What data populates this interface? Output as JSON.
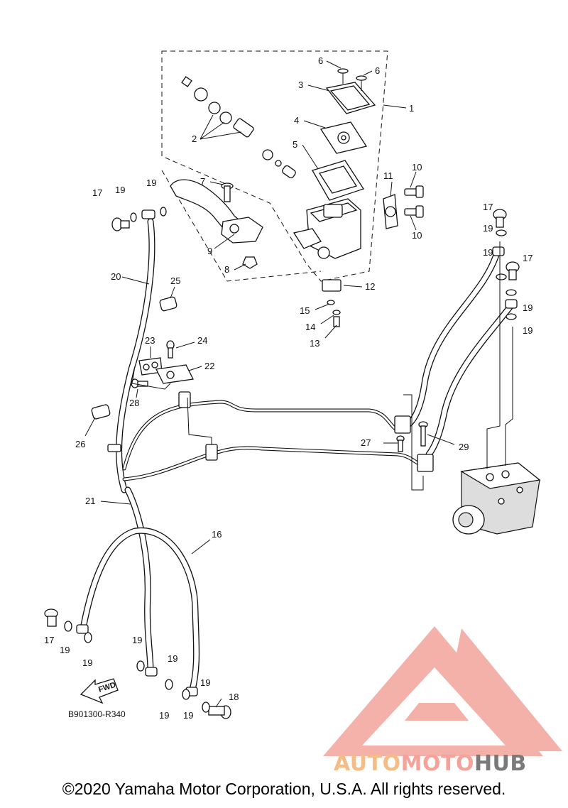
{
  "diagram": {
    "drawing_code": "B901300-R340",
    "direction_arrow_label": "FWD",
    "callouts": [
      {
        "id": "c1",
        "text": "1"
      },
      {
        "id": "c2",
        "text": "2"
      },
      {
        "id": "c3",
        "text": "3"
      },
      {
        "id": "c4",
        "text": "4"
      },
      {
        "id": "c5",
        "text": "5"
      },
      {
        "id": "c6a",
        "text": "6"
      },
      {
        "id": "c6b",
        "text": "6"
      },
      {
        "id": "c7",
        "text": "7"
      },
      {
        "id": "c8",
        "text": "8"
      },
      {
        "id": "c9",
        "text": "9"
      },
      {
        "id": "c10a",
        "text": "10"
      },
      {
        "id": "c10b",
        "text": "10"
      },
      {
        "id": "c11",
        "text": "11"
      },
      {
        "id": "c12",
        "text": "12"
      },
      {
        "id": "c13",
        "text": "13"
      },
      {
        "id": "c14",
        "text": "14"
      },
      {
        "id": "c15",
        "text": "15"
      },
      {
        "id": "c16",
        "text": "16"
      },
      {
        "id": "c17a",
        "text": "17"
      },
      {
        "id": "c17b",
        "text": "17"
      },
      {
        "id": "c17c",
        "text": "17"
      },
      {
        "id": "c17d",
        "text": "17"
      },
      {
        "id": "c18",
        "text": "18"
      },
      {
        "id": "c19a",
        "text": "19"
      },
      {
        "id": "c19b",
        "text": "19"
      },
      {
        "id": "c19c",
        "text": "19"
      },
      {
        "id": "c19d",
        "text": "19"
      },
      {
        "id": "c19e",
        "text": "19"
      },
      {
        "id": "c19f",
        "text": "19"
      },
      {
        "id": "c19g",
        "text": "19"
      },
      {
        "id": "c19h",
        "text": "19"
      },
      {
        "id": "c19i",
        "text": "19"
      },
      {
        "id": "c19j",
        "text": "19"
      },
      {
        "id": "c19k",
        "text": "19"
      },
      {
        "id": "c19l",
        "text": "19"
      },
      {
        "id": "c19m",
        "text": "19"
      },
      {
        "id": "c20",
        "text": "20"
      },
      {
        "id": "c21",
        "text": "21"
      },
      {
        "id": "c22",
        "text": "22"
      },
      {
        "id": "c23",
        "text": "23"
      },
      {
        "id": "c24",
        "text": "24"
      },
      {
        "id": "c25",
        "text": "25"
      },
      {
        "id": "c26",
        "text": "26"
      },
      {
        "id": "c27",
        "text": "27"
      },
      {
        "id": "c28",
        "text": "28"
      },
      {
        "id": "c29",
        "text": "29"
      }
    ]
  },
  "watermark": {
    "brand_part1": "AUTO",
    "brand_part2": "MOTO",
    "brand_part3": "HUB",
    "colors": {
      "light": "#f6bc86",
      "pink": "#f5a39a",
      "gray": "#7a7a7a"
    }
  },
  "footer": {
    "copyright": "©2020 Yamaha Motor Corporation, U.S.A. All rights reserved."
  }
}
